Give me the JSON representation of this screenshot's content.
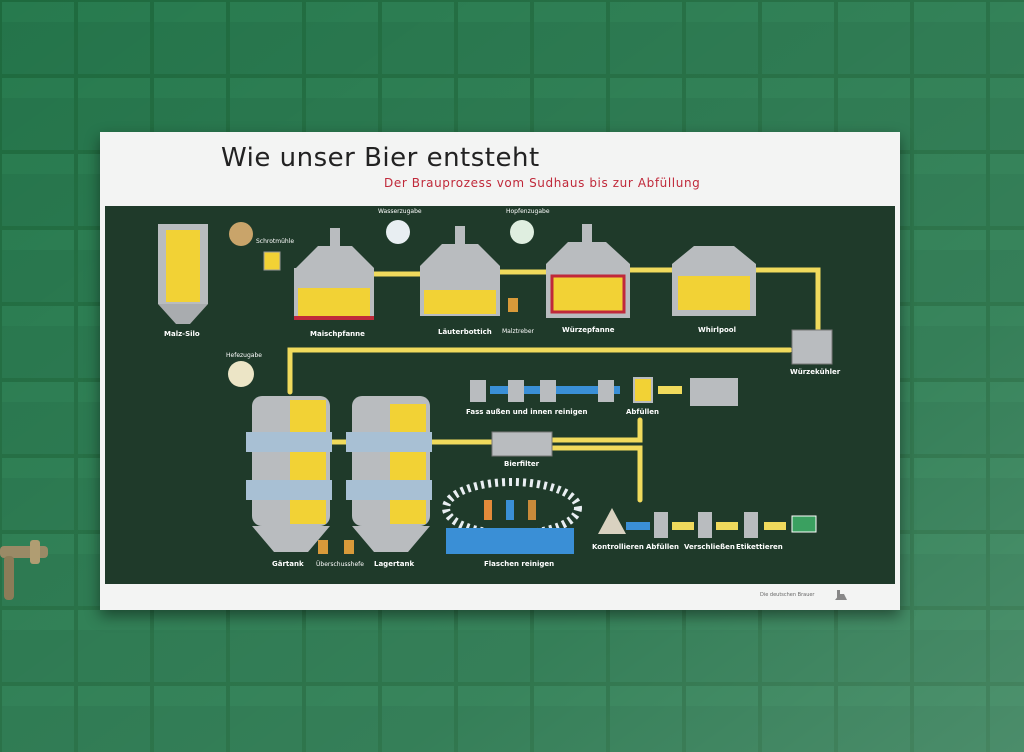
{
  "poster": {
    "title": "Wie unser Bier entsteht",
    "subtitle": "Der Brauprozess vom Sudhaus bis zur Abfüllung",
    "footer": "Die deutschen Brauer"
  },
  "labels": {
    "malz_silo": "Malz-Silo",
    "schrotmuehle": "Schrotmühle",
    "wasserzugabe": "Wasserzugabe",
    "hopfenzugabe": "Hopfenzugabe",
    "maischpfanne": "Maischpfanne",
    "laeuterbottich": "Läuterbottich",
    "malztreber": "Malztreber",
    "wuerzepfanne": "Würzepfanne",
    "whirlpool": "Whirlpool",
    "wuerzekuehler": "Würzekühler",
    "hefezugabe": "Hefezugabe",
    "gaertank": "Gärtank",
    "ueberschusshefe": "Überschusshefe",
    "lagertank": "Lagertank",
    "bierfilter": "Bierfilter",
    "fass_reinigen": "Fass außen und innen reinigen",
    "abfuellen_fass": "Abfüllen",
    "flaschen_reinigen": "Flaschen reinigen",
    "kontrollieren": "Kontrollieren",
    "abfuellen_flasche": "Abfüllen",
    "verschliessen": "Verschließen",
    "etikettieren": "Etikettieren"
  },
  "colors": {
    "wall_tile": "#1e6a3e",
    "board": "#1f3a2a",
    "pipe": "#f0da5c",
    "arrow_blue": "#3a8fd6",
    "steel": "#b9bcbf",
    "beer": "#f2d235"
  }
}
